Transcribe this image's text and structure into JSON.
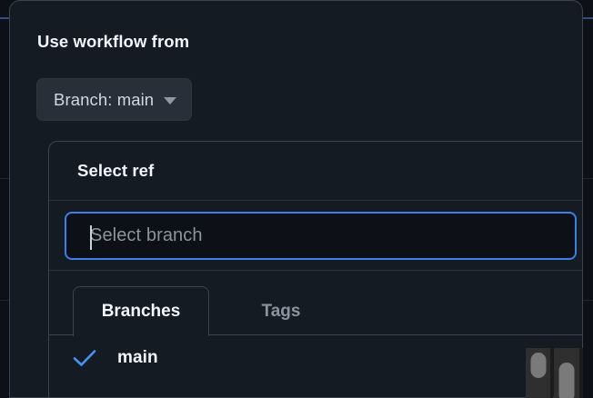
{
  "dialog": {
    "title": "Use workflow from",
    "branch_button": {
      "label": "Branch: main",
      "caret_icon": "chevron-down-icon"
    }
  },
  "ref_picker": {
    "header": "Select ref",
    "search": {
      "placeholder": "Select branch",
      "value": ""
    },
    "tabs": [
      {
        "label": "Branches",
        "active": true
      },
      {
        "label": "Tags",
        "active": false
      }
    ],
    "items": [
      {
        "label": "main",
        "selected": true,
        "check_icon": "check-icon"
      }
    ]
  },
  "colors": {
    "dialog_background": "#151b23",
    "page_background": "#0d1117",
    "border": "#3d444d",
    "accent_blue": "#3b7fe8",
    "check_blue": "#4493f8",
    "text_primary": "#f0f6fc",
    "text_muted": "#8b949e",
    "button_background": "#292f38",
    "scrollbar_thumb": "#7a7a7a"
  }
}
